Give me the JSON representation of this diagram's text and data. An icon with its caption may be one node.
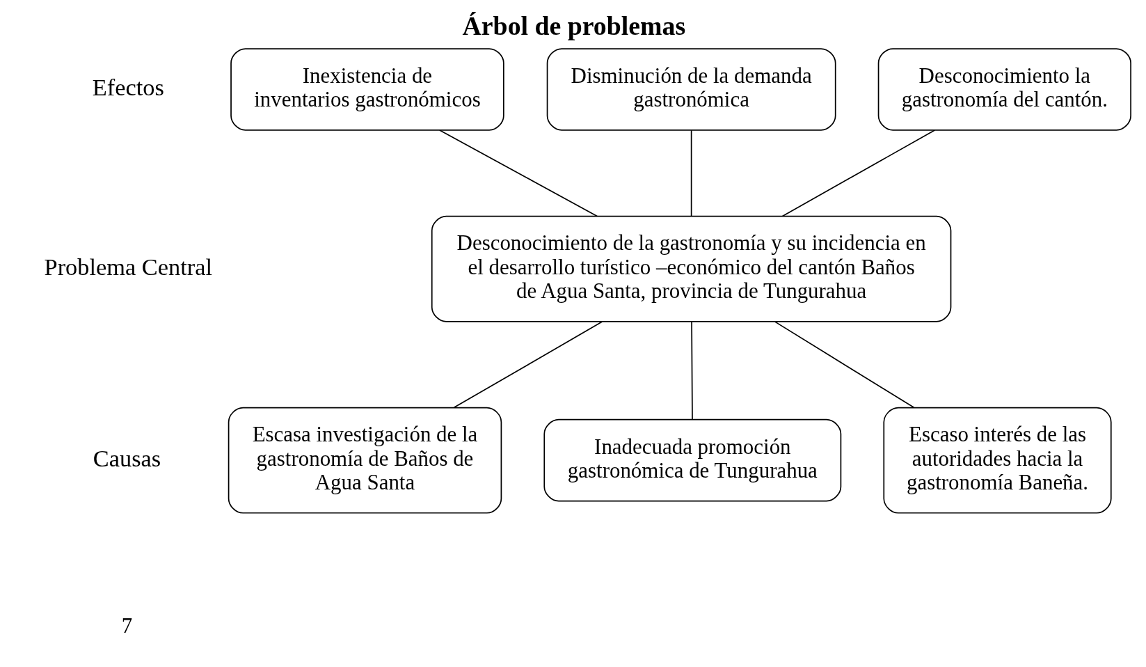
{
  "diagram": {
    "title": "Árbol de problemas",
    "nodes": [
      {
        "text": [
          "Inexistencia de inventarios gastronómicos"
        ]
      },
      {
        "text": [
          "Disminución de la demanda gastronómica"
        ]
      },
      {
        "text": [
          "Desconocimiento la gastronomía del cantón."
        ]
      },
      {
        "text": [
          "Desconocimiento de la gastronomía y su incidencia en el desarrollo turístico –económico del cantón Baños de Agua Santa, provincia de Tungurahua"
        ]
      },
      {
        "text": [
          "Escasa investigación de la gastronomía de Baños de Agua Santa"
        ]
      },
      {
        "text": [
          "Inadecuada promoción gastronómica de Tungurahua"
        ]
      },
      {
        "text": [
          "Escaso interés de las autoridades hacia la gastronomía Baneña."
        ]
      }
    ],
    "edges": [
      {
        "from": 0,
        "to": 3,
        "arrow": "none"
      },
      {
        "from": 1,
        "to": 3,
        "arrow": "none"
      },
      {
        "from": 2,
        "to": 3,
        "arrow": "none"
      },
      {
        "from": 3,
        "to": 4,
        "arrow": "none"
      },
      {
        "from": 3,
        "to": 5,
        "arrow": "none"
      },
      {
        "from": 3,
        "to": 6,
        "arrow": "none"
      }
    ],
    "labels": [
      "Efectos",
      "Problema Central",
      "Causas",
      "7"
    ]
  }
}
